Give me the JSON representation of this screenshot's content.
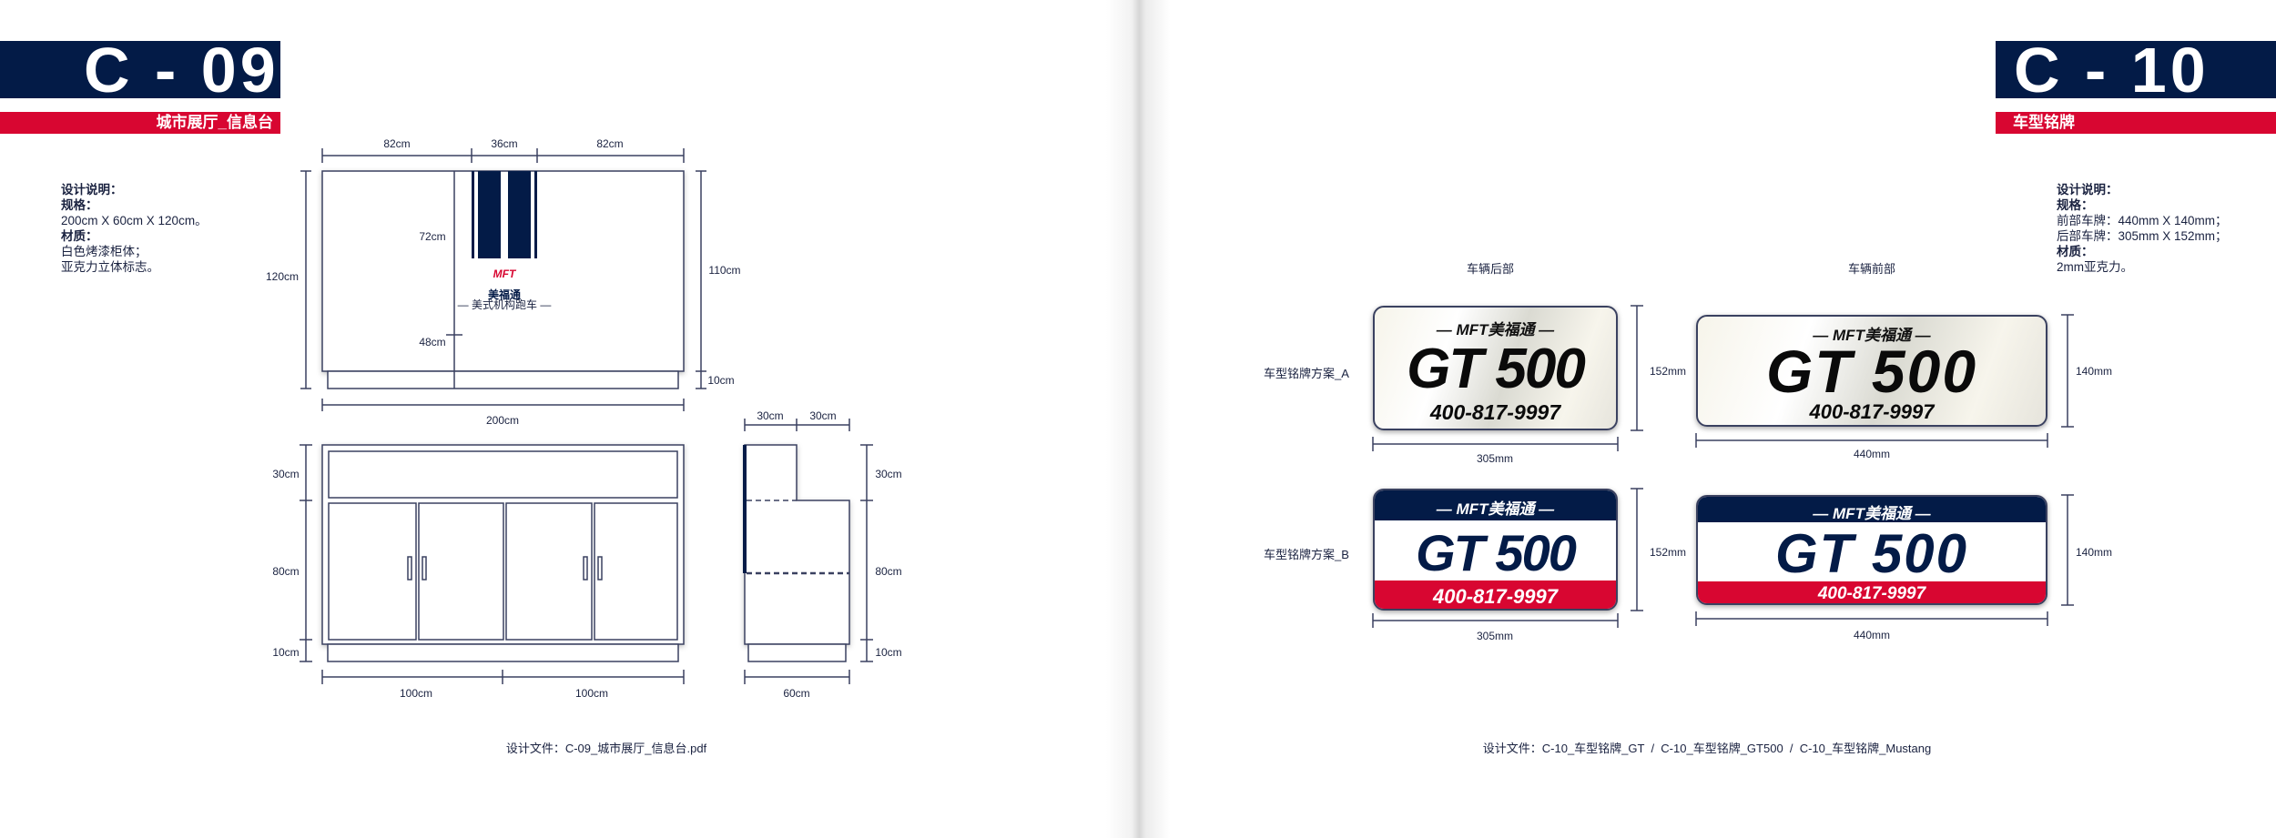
{
  "left_page": {
    "code": "C - 09",
    "subtitle": "城市展厅_信息台",
    "notes": {
      "heading": "设计说明：",
      "spec_label": "规格：",
      "spec": "200cm X 60cm X 120cm。",
      "material_label": "材质：",
      "material_1": "白色烤漆柜体；",
      "material_2": "亚克力立体标志。"
    },
    "front": {
      "top_dims": [
        "82cm",
        "36cm",
        "82cm"
      ],
      "height": "120cm",
      "right_upper": "110cm",
      "right_lower": "10cm",
      "inner_upper": "72cm",
      "inner_lower": "48cm",
      "width": "200cm"
    },
    "logo": {
      "en": "MFT",
      "cn": "美福通",
      "tag": "— 美式机构跑车 —"
    },
    "rear": {
      "heights": [
        "30cm",
        "80cm",
        "10cm"
      ],
      "widths": [
        "100cm",
        "100cm"
      ]
    },
    "side": {
      "top_dims": [
        "30cm",
        "30cm"
      ],
      "heights": [
        "30cm",
        "80cm",
        "10cm"
      ],
      "width": "60cm"
    },
    "caption": "设计文件：C-09_城市展厅_信息台.pdf"
  },
  "right_page": {
    "code": "C - 10",
    "subtitle": "车型铭牌",
    "notes": {
      "heading": "设计说明：",
      "spec_label": "规格：",
      "spec_1": "前部车牌：440mm X 140mm；",
      "spec_2": "后部车牌：305mm X 152mm；",
      "material_label": "材质：",
      "material": "2mm亚克力。"
    },
    "col_rear": "车辆后部",
    "col_front": "车辆前部",
    "row_a": "车型铭牌方案_A",
    "row_b": "车型铭牌方案_B",
    "plate": {
      "brand": "— MFT美福通 —",
      "model": "GT 500",
      "phone": "400-817-9997"
    },
    "rear_h": "152mm",
    "front_h": "140mm",
    "rear_w": "305mm",
    "front_w": "440mm",
    "caption": "设计文件：C-10_车型铭牌_GT  /  C-10_车型铭牌_GT500  /  C-10_车型铭牌_Mustang"
  },
  "colors": {
    "navy": "#031b47",
    "red": "#d80631",
    "line": "#3a4160"
  }
}
